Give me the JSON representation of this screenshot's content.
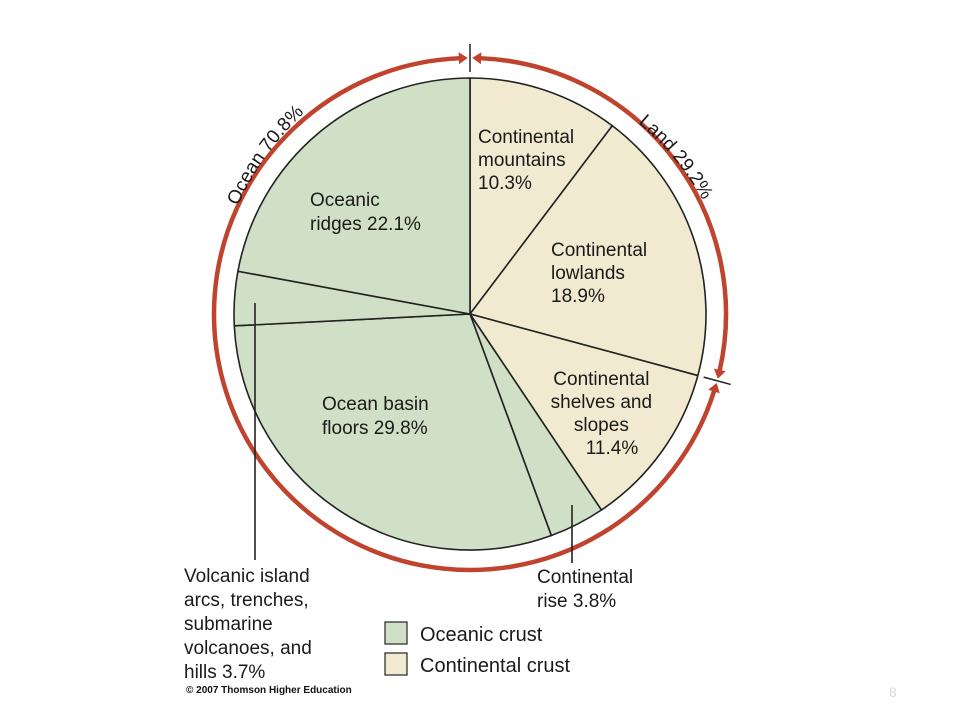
{
  "chart_data": {
    "type": "pie",
    "colors": {
      "oceanic": "#cfe0c6",
      "continental": "#f1ead0",
      "arc": "#c0432e",
      "outline": "#222222"
    },
    "slices": [
      {
        "name": "Continental mountains",
        "lines": [
          "Continental",
          "mountains",
          "10.3%"
        ],
        "value": 10.3,
        "crust": "continental"
      },
      {
        "name": "Continental lowlands",
        "lines": [
          "Continental",
          "lowlands",
          "18.9%"
        ],
        "value": 18.9,
        "crust": "continental"
      },
      {
        "name": "Continental shelves and slopes",
        "lines": [
          "Continental",
          "shelves and",
          "slopes",
          "11.4%"
        ],
        "value": 11.4,
        "crust": "continental"
      },
      {
        "name": "Continental rise",
        "lines": [
          "Continental",
          "rise 3.8%"
        ],
        "value": 3.8,
        "crust": "oceanic"
      },
      {
        "name": "Ocean basin floors",
        "lines": [
          "Ocean basin",
          "floors 29.8%"
        ],
        "value": 29.8,
        "crust": "oceanic"
      },
      {
        "name": "Volcanic island arcs, trenches, submarine volcanoes, and hills",
        "lines": [
          "Volcanic island",
          "arcs, trenches,",
          "submarine",
          "volcanoes, and",
          "hills 3.7%"
        ],
        "value": 3.7,
        "crust": "oceanic"
      },
      {
        "name": "Oceanic ridges",
        "lines": [
          "Oceanic",
          "ridges 22.1%"
        ],
        "value": 22.1,
        "crust": "oceanic"
      }
    ],
    "arcs": [
      {
        "label": "Ocean 70.8%",
        "value": 70.8
      },
      {
        "label": "Land 29.2%",
        "value": 29.2
      }
    ],
    "legend": [
      {
        "label": "Oceanic crust",
        "crust": "oceanic"
      },
      {
        "label": "Continental crust",
        "crust": "continental"
      }
    ]
  },
  "footer": {
    "copyright": "© 2007 Thomson Higher Education",
    "slide_number": "8"
  }
}
